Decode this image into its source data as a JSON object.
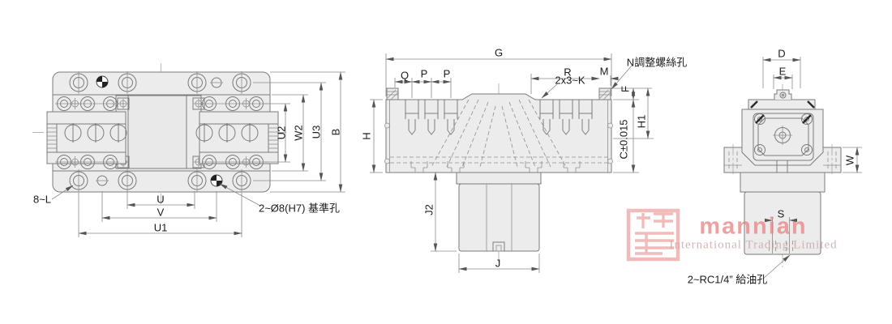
{
  "drawing": {
    "colors": {
      "line_gray": "#7b7b7b",
      "fill_gray": "#ececec"
    },
    "plan_view": {
      "dim_labels": {
        "u2": "U2",
        "w2": "W2",
        "u3": "U3",
        "b": "B",
        "u": "U",
        "v": "V",
        "u1": "U1"
      },
      "notes": {
        "hole_count": "8~L",
        "datum_holes": "2~Ø8(H7) 基準孔"
      }
    },
    "front_view": {
      "dim_labels": {
        "g": "G",
        "r": "R",
        "m": "M",
        "q": "Q",
        "p_left": "P",
        "p_right": "P",
        "h": "H",
        "f": "F",
        "h1": "H1",
        "c_tol": "C±0.015",
        "j2": "J2",
        "j": "J"
      },
      "notes": {
        "tapped_holes": "2x3~K",
        "adjust_screw": "N調整螺絲孔"
      }
    },
    "side_view": {
      "dim_labels": {
        "d": "D",
        "e": "E",
        "w": "W",
        "s": "S"
      },
      "notes": {
        "oil_ports": "2~RC1/4” 給油孔"
      }
    }
  },
  "watermark": {
    "brand": "mannian",
    "subtitle": "International Trading Limited",
    "colors": {
      "brand_red": "#ee8f8f",
      "logo_red": "#f0b4b4",
      "subtitle_gray": "#cfbcbc"
    }
  }
}
